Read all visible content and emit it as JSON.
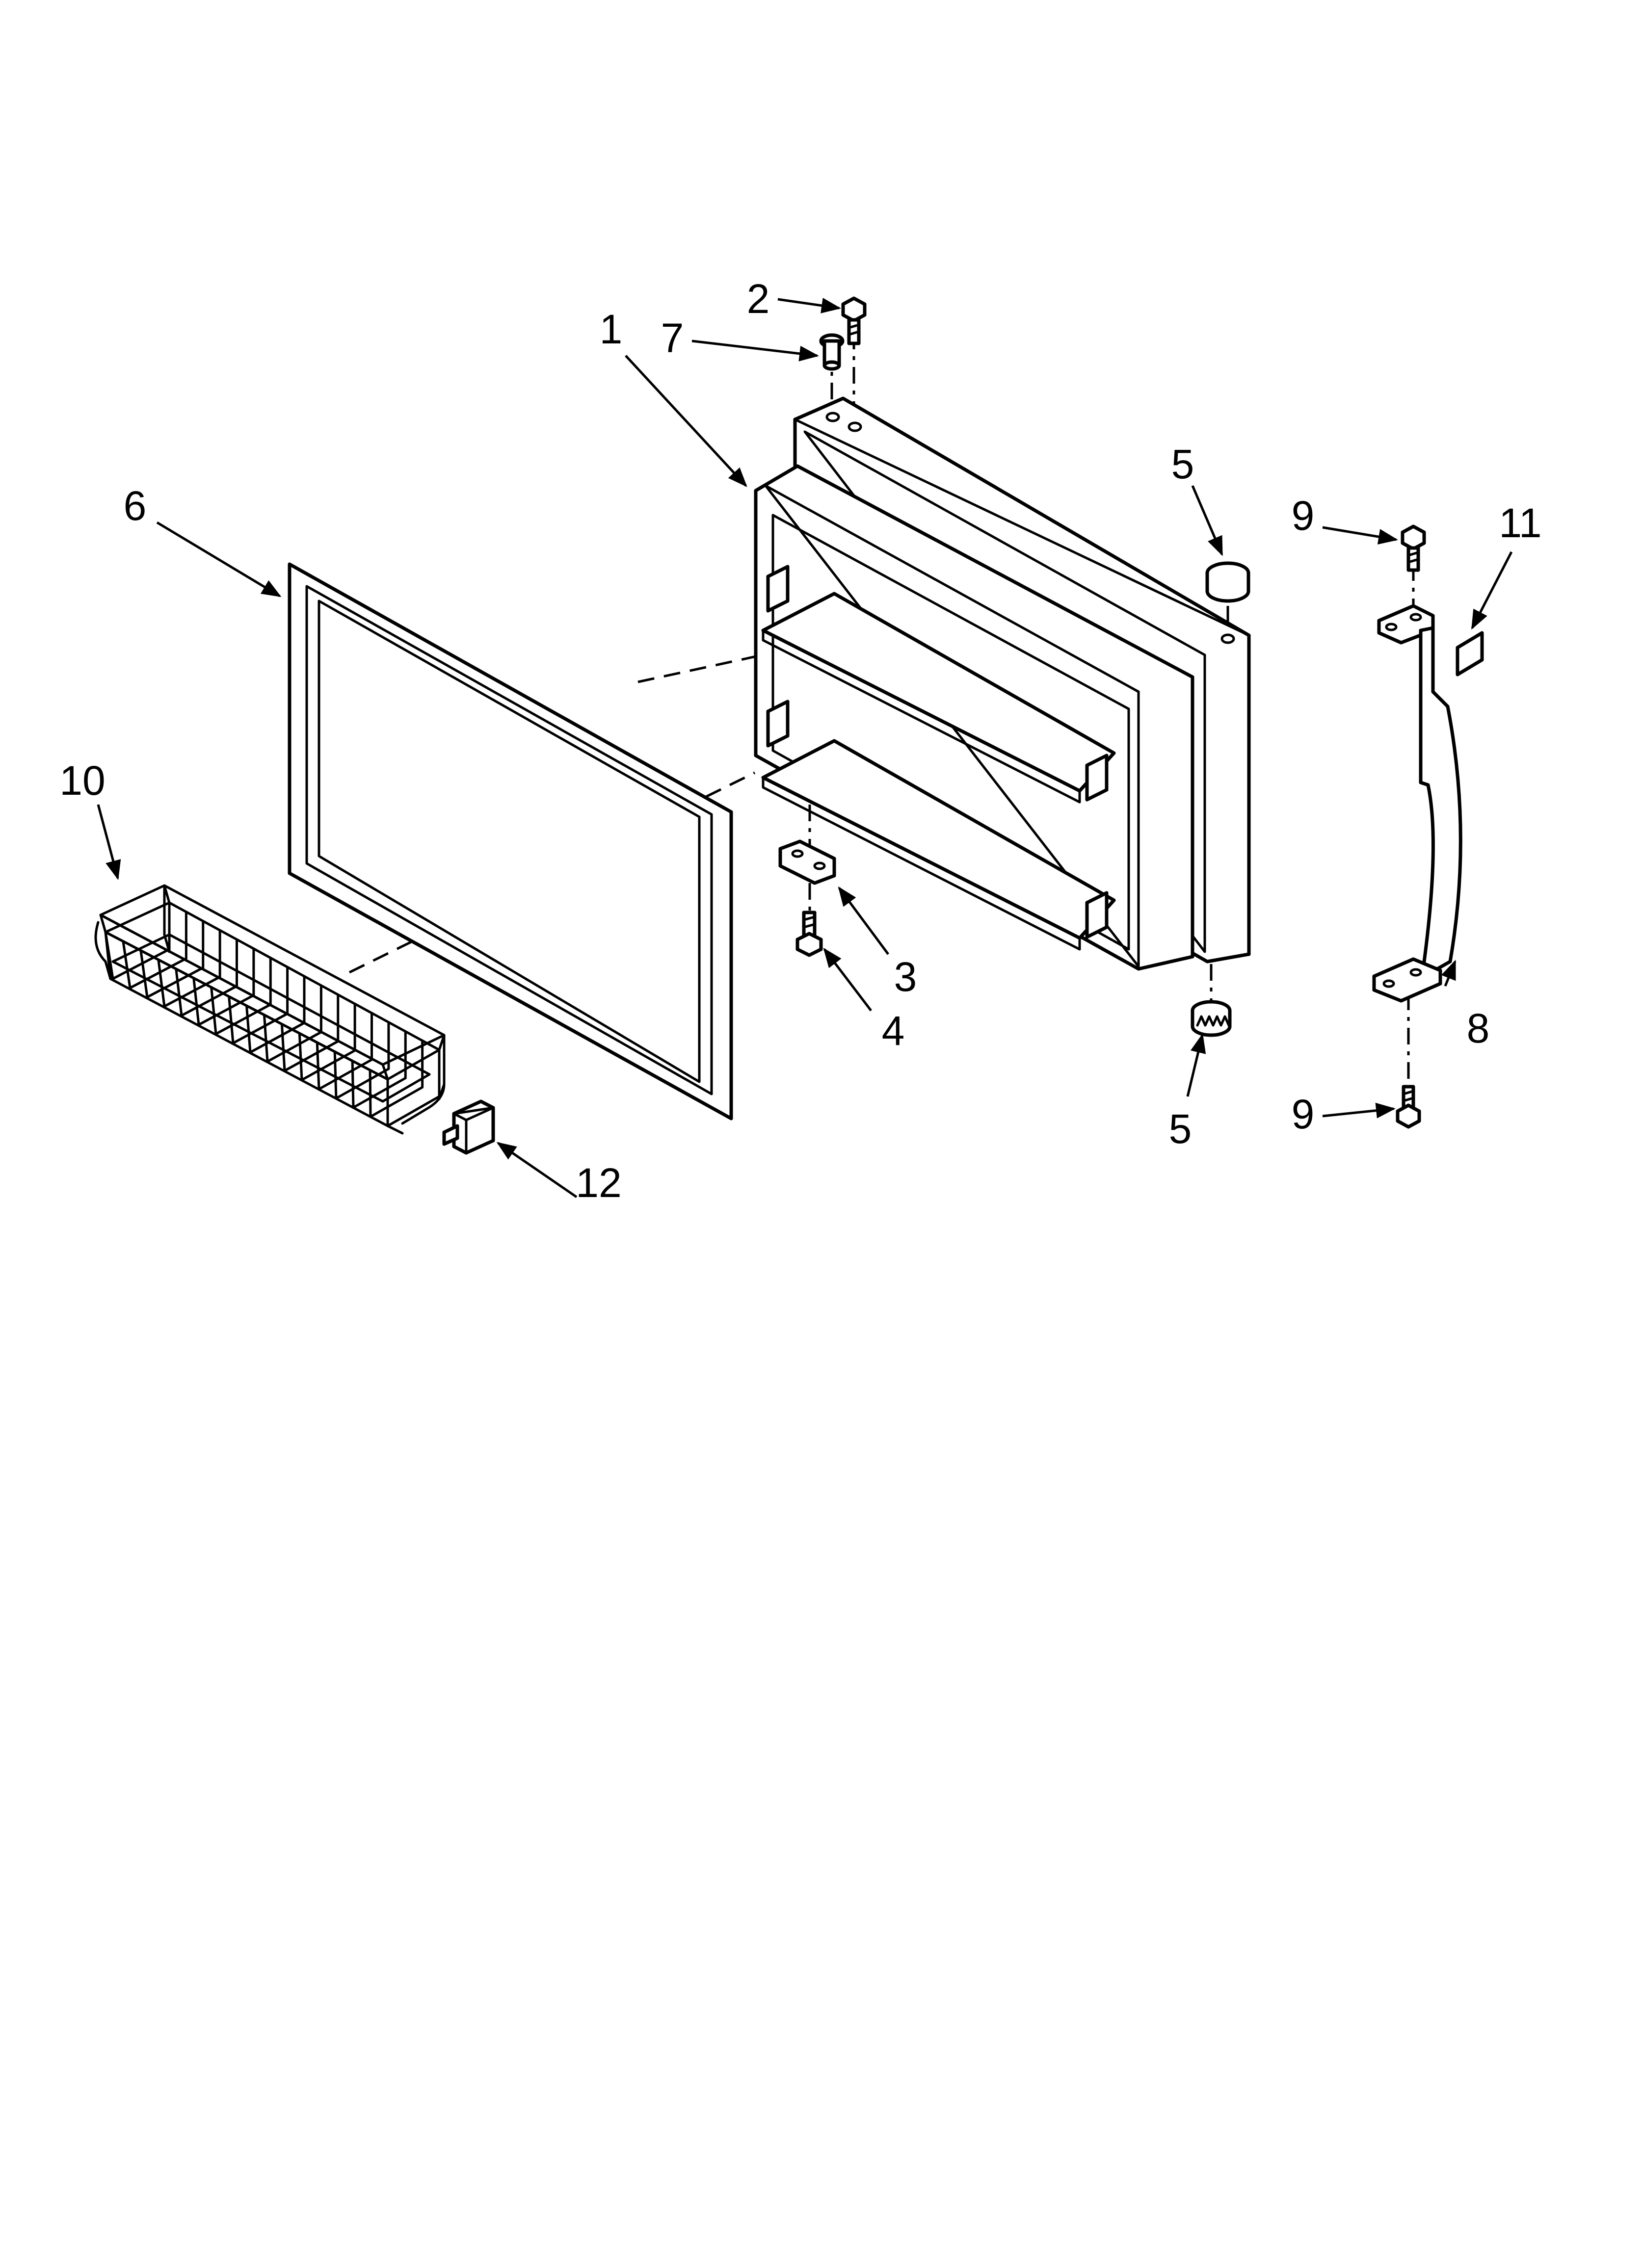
{
  "diagram": {
    "callouts": [
      {
        "id": "door",
        "label": "1"
      },
      {
        "id": "screw-top",
        "label": "2"
      },
      {
        "id": "hinge-bracket",
        "label": "3"
      },
      {
        "id": "hinge-screw",
        "label": "4"
      },
      {
        "id": "cap-top",
        "label": "5"
      },
      {
        "id": "cap-bottom",
        "label": "5"
      },
      {
        "id": "gasket",
        "label": "6"
      },
      {
        "id": "hinge-pin",
        "label": "7"
      },
      {
        "id": "handle",
        "label": "8"
      },
      {
        "id": "screw-handle-top",
        "label": "9"
      },
      {
        "id": "screw-handle-bottom",
        "label": "9"
      },
      {
        "id": "basket",
        "label": "10"
      },
      {
        "id": "label-pad",
        "label": "11"
      },
      {
        "id": "clip",
        "label": "12"
      }
    ]
  }
}
